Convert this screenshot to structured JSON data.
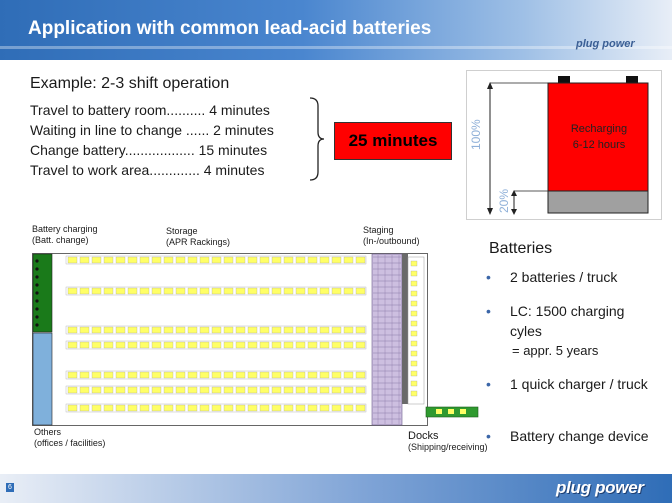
{
  "title": "Application with common lead-acid batteries",
  "logo_text": "plug power",
  "example": {
    "heading": "Example: 2-3 shift operation",
    "steps": [
      "Travel to battery room.......... 4 minutes",
      "Waiting in line to change ...... 2 minutes",
      "Change battery.................. 15 minutes",
      "Travel to work area............. 4 minutes"
    ],
    "total": "25 minutes"
  },
  "battery_graphic": {
    "label_top": "100%",
    "label_bottom": "20%",
    "recharge_line1": "Recharging",
    "recharge_line2": "6-12 hours",
    "charged_color": "#ff0000",
    "reserve_color": "#a0a0a0"
  },
  "warehouse": {
    "battery_charging": "Battery charging",
    "battery_charging_sub": "(Batt. change)",
    "storage": "Storage",
    "storage_sub": "(APR Rackings)",
    "staging": "Staging",
    "staging_sub": "(In-/outbound)",
    "others": "Others",
    "others_sub": "(offices / facilities)",
    "docks": "Docks",
    "docks_sub": "(Shipping/receiving)",
    "charging_color": "#1a7a1a",
    "offices_color": "#7fb0db",
    "rack_color": "#ffff66"
  },
  "batteries": {
    "heading": "Batteries",
    "items": [
      "2 batteries / truck",
      "LC: 1500 charging cyles",
      "= appr. 5 years",
      "1 quick charger / truck",
      "Battery change device"
    ]
  },
  "footer": {
    "page_number": "6",
    "logo_text": "plug power"
  }
}
